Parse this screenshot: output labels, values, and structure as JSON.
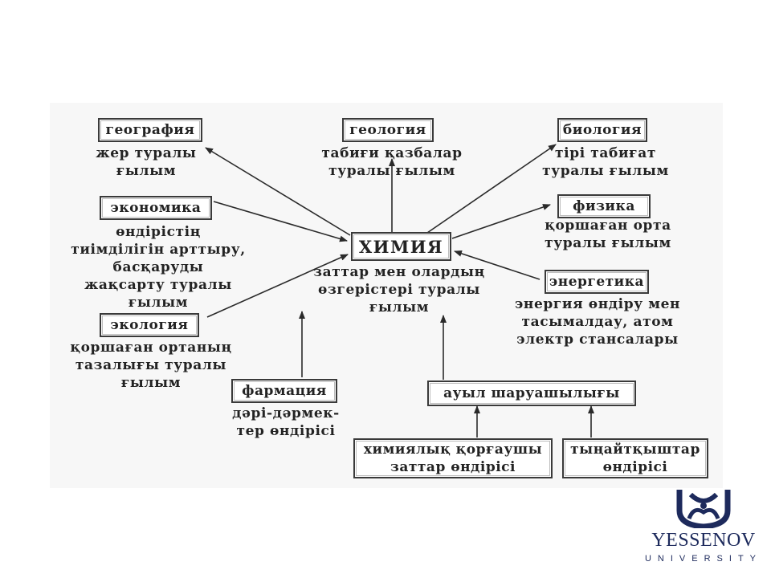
{
  "diagram": {
    "center": {
      "label": "ХИМИЯ",
      "desc": [
        "заттар мен олардың",
        "өзгерістері туралы",
        "ғылым"
      ]
    },
    "nodes": {
      "geography": {
        "label": "география",
        "desc": [
          "жер туралы",
          "ғылым"
        ]
      },
      "geology": {
        "label": "геология",
        "desc": [
          "табиғи қазбалар",
          "туралы ғылым"
        ]
      },
      "biology": {
        "label": "биология",
        "desc": [
          "тірі табиғат",
          "туралы ғылым"
        ]
      },
      "economics": {
        "label": "экономика",
        "desc": [
          "өндірістің",
          "тиімділігін арттыру,",
          "басқаруды",
          "жақсарту туралы",
          "ғылым"
        ]
      },
      "physics": {
        "label": "физика",
        "desc": [
          "қоршаған орта",
          "туралы ғылым"
        ]
      },
      "energetics": {
        "label": "энергетика",
        "desc": [
          "энергия өндіру мен",
          "тасымалдау, атом",
          "электр стансалары"
        ]
      },
      "ecology": {
        "label": "экология",
        "desc": [
          "қоршаған ортаның",
          "тазалығы туралы",
          "ғылым"
        ]
      },
      "pharmacy": {
        "label": "фармация",
        "desc": [
          "дәрі-дәрмек-",
          "тер өндірісі"
        ]
      },
      "agriculture": {
        "label": "ауыл шаруашылығы"
      },
      "chem_protection": {
        "label": [
          "химиялық қорғаушы",
          "заттар өндірісі"
        ]
      },
      "fertilizers": {
        "label": [
          "тыңайтқыштар",
          "өндірісі"
        ]
      }
    }
  },
  "logo": {
    "name": "YESSENOV",
    "subtitle": "UNIVERSITY",
    "color": "#1d2a5c"
  }
}
